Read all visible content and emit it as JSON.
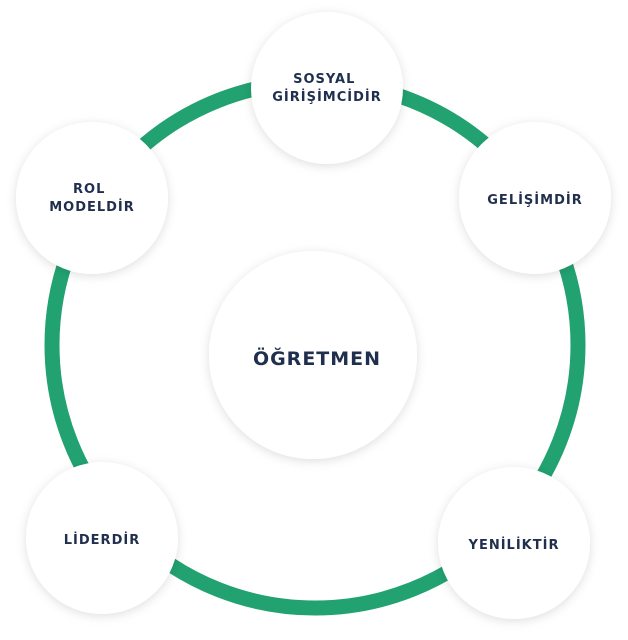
{
  "diagram": {
    "ring_color": "#22a271",
    "node_fill": "#ffffff",
    "text_color": "#1f2f4d",
    "center": {
      "label": "ÖĞRETMEN"
    },
    "nodes": [
      {
        "id": "sosyal-girisimcidir",
        "lines": [
          "SOSYAL",
          "GİRİŞİMCİDİR"
        ]
      },
      {
        "id": "gelisimdir",
        "lines": [
          "GELİŞİMDİR"
        ]
      },
      {
        "id": "yeniliktir",
        "lines": [
          "YENİLİKTİR"
        ]
      },
      {
        "id": "liderdir",
        "lines": [
          "LİDERDİR"
        ]
      },
      {
        "id": "rol-modeldir",
        "lines": [
          "ROL",
          "MODELDİR"
        ]
      }
    ]
  }
}
